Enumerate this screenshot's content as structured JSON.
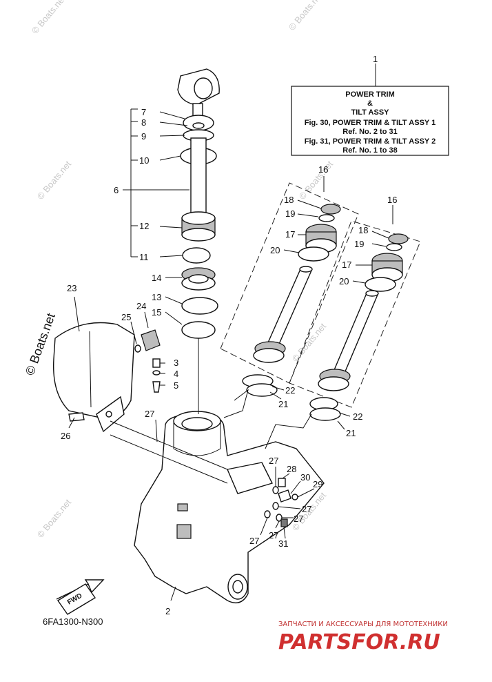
{
  "info_box": {
    "line1": "POWER TRIM",
    "line2": "&",
    "line3": "TILT ASSY",
    "line4": "Fig. 30, POWER TRIM & TILT ASSY 1",
    "line5": "Ref. No. 2 to 31",
    "line6": "Fig. 31, POWER TRIM & TILT ASSY 2",
    "line7": "Ref. No. 1 to 38"
  },
  "part_labels": {
    "p1": "1",
    "p2": "2",
    "p3": "3",
    "p4": "4",
    "p5": "5",
    "p6": "6",
    "p7": "7",
    "p8": "8",
    "p9": "9",
    "p10": "10",
    "p11": "11",
    "p12": "12",
    "p13": "13",
    "p14": "14",
    "p15": "15",
    "p16a": "16",
    "p16b": "16",
    "p17a": "17",
    "p17b": "17",
    "p18a": "18",
    "p18b": "18",
    "p19a": "19",
    "p19b": "19",
    "p20a": "20",
    "p20b": "20",
    "p21a": "21",
    "p21b": "21",
    "p22a": "22",
    "p22b": "22",
    "p23": "23",
    "p24": "24",
    "p25": "25",
    "p26": "26",
    "p27a": "27",
    "p27b": "27",
    "p27c": "27",
    "p27d": "27",
    "p27e": "27",
    "p27f": "27",
    "p28": "28",
    "p29": "29",
    "p30": "30",
    "p31": "31"
  },
  "fwd_label": "FWD",
  "diagram_code": "6FA1300-N300",
  "watermark": "© Boats.net",
  "watermark_large": "© Boats.net",
  "promo_line": "ЗАПЧАСТИ И АКСЕССУАРЫ ДЛЯ МОТОТЕХНИКИ",
  "brand": "PARTSFOR.RU"
}
